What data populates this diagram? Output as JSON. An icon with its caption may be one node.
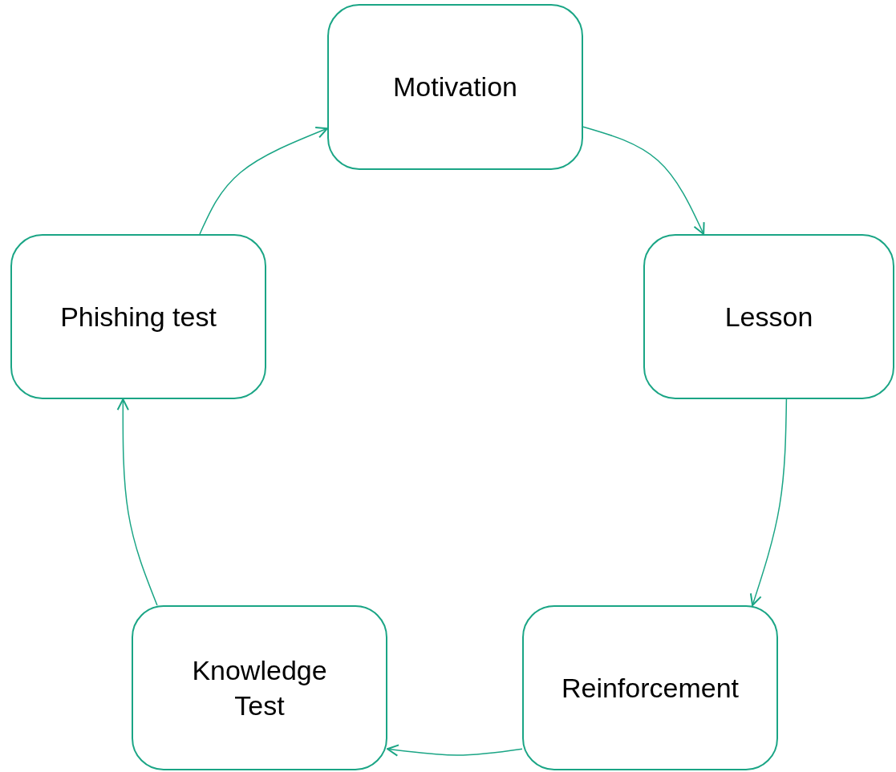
{
  "diagram": {
    "nodes": [
      {
        "text": [
          "Motivation"
        ]
      },
      {
        "text": [
          "Lesson"
        ]
      },
      {
        "text": [
          "Reinforcement"
        ]
      },
      {
        "text": [
          "Knowledge Test"
        ]
      },
      {
        "text": [
          "Phishing test"
        ]
      }
    ],
    "edges": [
      {
        "from": 0,
        "to": 1,
        "arrow": "to"
      },
      {
        "from": 1,
        "to": 2,
        "arrow": "to"
      },
      {
        "from": 2,
        "to": 3,
        "arrow": "to"
      },
      {
        "from": 3,
        "to": 4,
        "arrow": "to"
      },
      {
        "from": 4,
        "to": 0,
        "arrow": "to"
      }
    ]
  }
}
